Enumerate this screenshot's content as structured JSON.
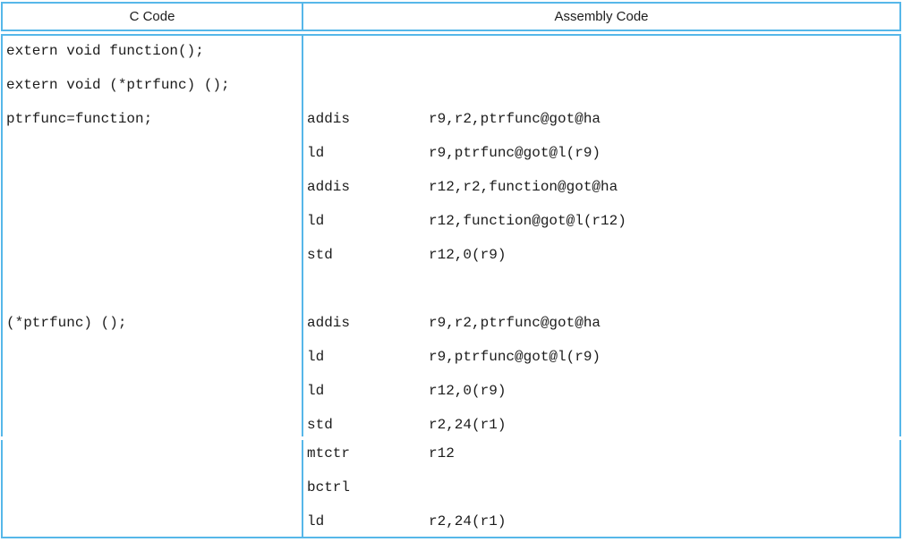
{
  "header": {
    "c_label": "C Code",
    "asm_label": "Assembly Code"
  },
  "colors": {
    "border": "#56b7e9",
    "text": "#1c1c1c",
    "background": "#ffffff"
  },
  "body": {
    "row1": {
      "c_lines": [
        "extern void function();",
        "extern void (*ptrfunc) ();",
        "ptrfunc=function;",
        "",
        "",
        "",
        "",
        "",
        "(*ptrfunc) ();"
      ],
      "asm_lines": [
        {
          "op": "",
          "args": ""
        },
        {
          "op": "",
          "args": ""
        },
        {
          "op": "addis",
          "args": "r9,r2,ptrfunc@got@ha"
        },
        {
          "op": "ld",
          "args": "r9,ptrfunc@got@l(r9)"
        },
        {
          "op": "addis",
          "args": "r12,r2,function@got@ha"
        },
        {
          "op": "ld",
          "args": "r12,function@got@l(r12)"
        },
        {
          "op": "std",
          "args": "r12,0(r9)"
        },
        {
          "op": "",
          "args": ""
        },
        {
          "op": "addis",
          "args": "r9,r2,ptrfunc@got@ha"
        },
        {
          "op": "ld",
          "args": "r9,ptrfunc@got@l(r9)"
        },
        {
          "op": "ld",
          "args": "r12,0(r9)"
        },
        {
          "op": "std",
          "args": "r2,24(r1)"
        }
      ]
    },
    "row2": {
      "asm_lines": [
        {
          "op": "mtctr",
          "args": "r12"
        },
        {
          "op": "bctrl",
          "args": ""
        },
        {
          "op": "ld",
          "args": "r2,24(r1)"
        }
      ]
    }
  }
}
